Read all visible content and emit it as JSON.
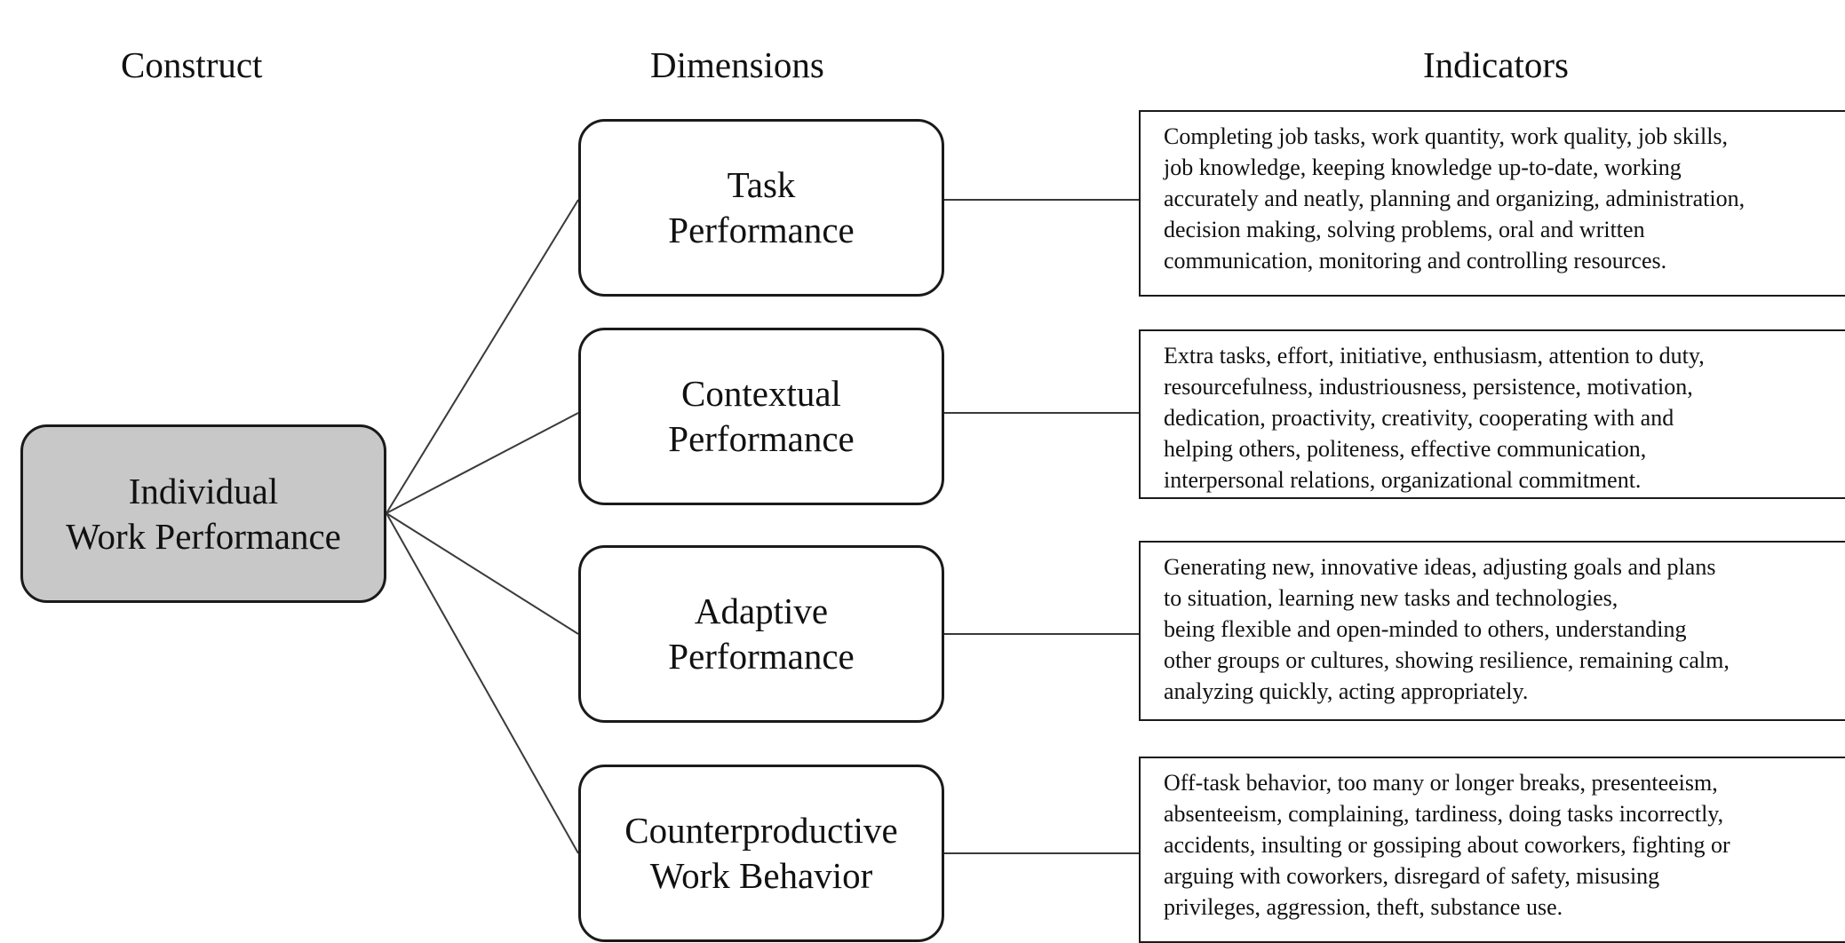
{
  "headers": {
    "construct": "Construct",
    "dimensions": "Dimensions",
    "indicators": "Indicators"
  },
  "construct": {
    "line1": "Individual",
    "line2": "Work Performance",
    "fill_color": "#c8c8c8"
  },
  "dimensions": [
    {
      "line1": "Task",
      "line2": "Performance"
    },
    {
      "line1": "Contextual",
      "line2": "Performance"
    },
    {
      "line1": "Adaptive",
      "line2": "Performance"
    },
    {
      "line1": "Counterproductive",
      "line2": "Work Behavior"
    }
  ],
  "indicators": [
    {
      "lines": [
        "Completing job tasks, work quantity, work quality, job skills,",
        "job knowledge, keeping knowledge up-to-date, working",
        "accurately and neatly, planning and organizing, administration,",
        "decision making, solving problems, oral and written",
        "communication, monitoring and controlling resources."
      ]
    },
    {
      "lines": [
        "Extra tasks, effort, initiative, enthusiasm, attention to duty,",
        "resourcefulness, industriousness, persistence, motivation,",
        "dedication, proactivity, creativity, cooperating with and",
        "helping others, politeness, effective communication,",
        "interpersonal relations, organizational commitment."
      ]
    },
    {
      "lines": [
        "Generating new, innovative ideas, adjusting goals and plans",
        "to situation, learning new tasks and technologies,",
        "being flexible and open-minded to others, understanding",
        "other groups or cultures, showing resilience, remaining calm,",
        "analyzing quickly, acting appropriately."
      ]
    },
    {
      "lines": [
        "Off-task behavior, too many or longer breaks, presenteeism,",
        "absenteeism, complaining, tardiness, doing tasks incorrectly,",
        "accidents, insulting or gossiping about coworkers, fighting or",
        "arguing with coworkers, disregard of safety, misusing",
        "privileges, aggression, theft, substance use."
      ]
    }
  ]
}
